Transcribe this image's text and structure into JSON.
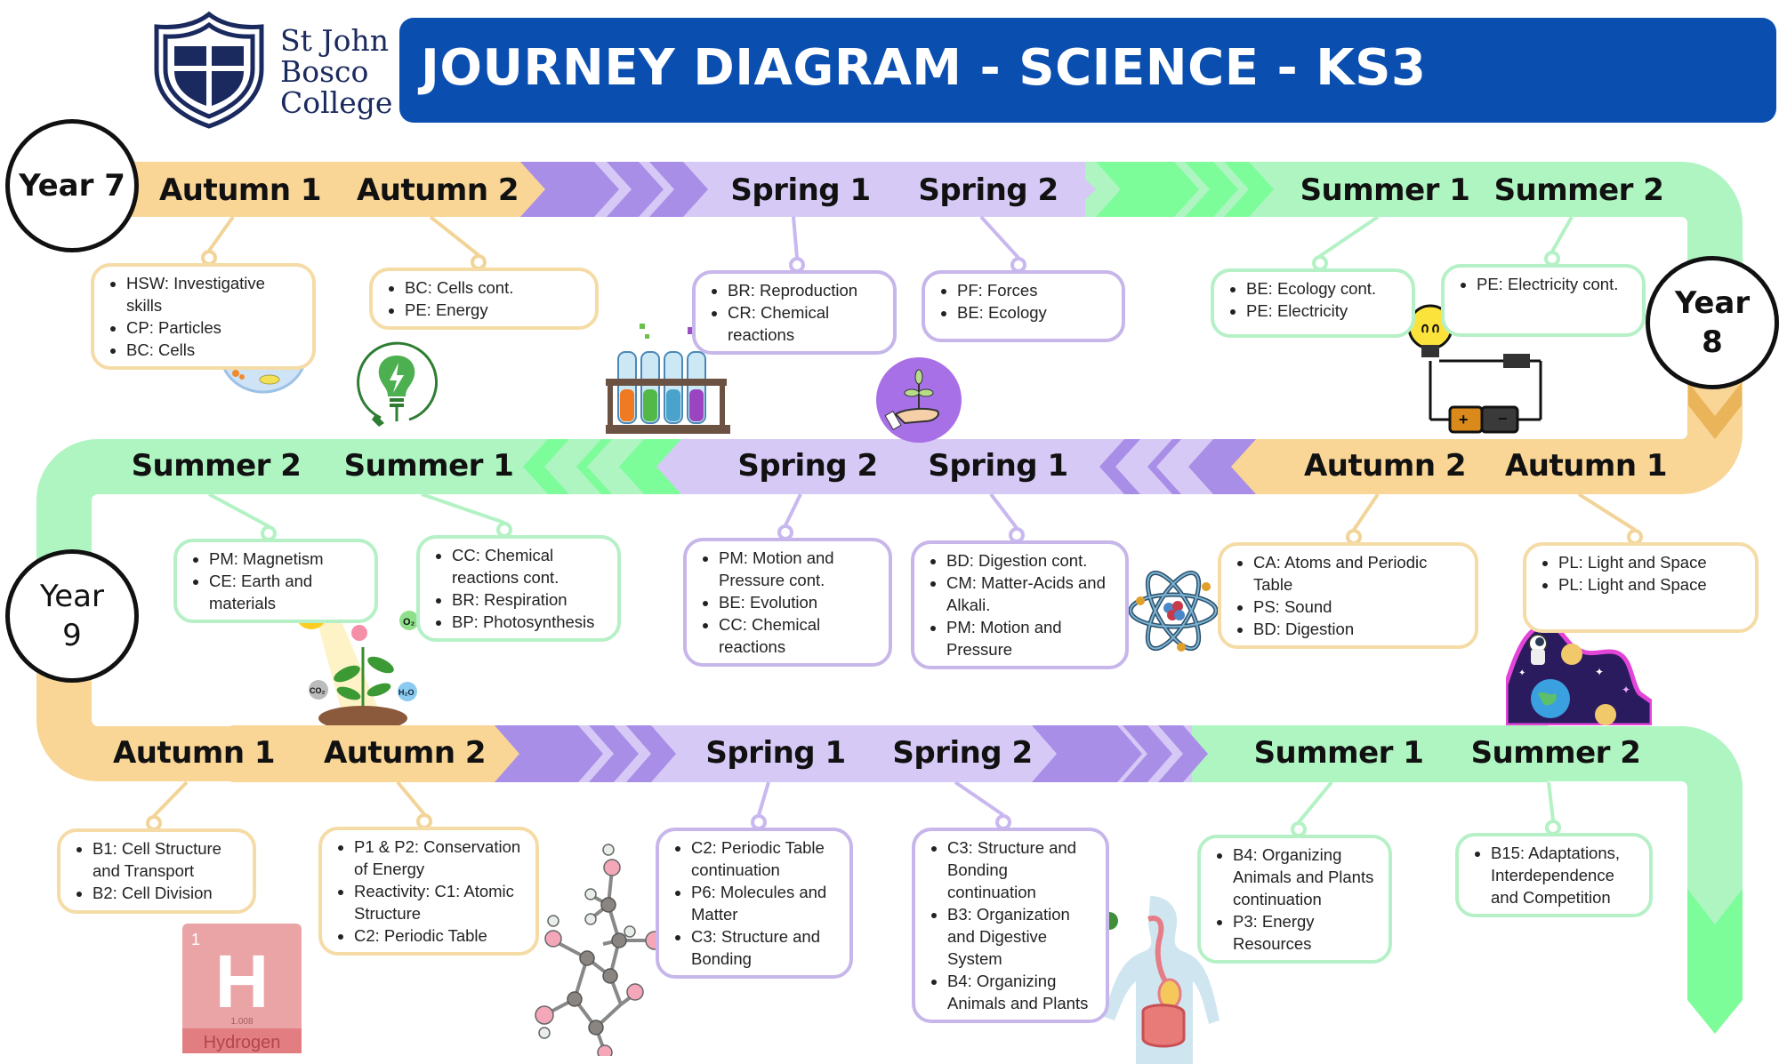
{
  "header": {
    "school_name_lines": [
      "St John",
      "Bosco",
      "College"
    ],
    "title": "JOURNEY DIAGRAM - SCIENCE - KS3"
  },
  "colors": {
    "title_bar": "#0a4fb0",
    "logo_navy": "#1b2a5e",
    "autumn_band": "#f9d596",
    "autumn_dark": "#eab45a",
    "spring_band": "#d6c9f6",
    "spring_dark": "#a98ee8",
    "summer_band": "#aef5c1",
    "summer_dark": "#7dfc9a"
  },
  "years": [
    {
      "label_line1": "Year 7",
      "label_line2": "",
      "terms": [
        {
          "name": "Autumn 1",
          "season": "autumn",
          "topics": [
            "HSW: Investigative skills",
            "CP: Particles",
            "BC: Cells"
          ]
        },
        {
          "name": "Autumn 2",
          "season": "autumn",
          "topics": [
            "BC: Cells cont.",
            "PE: Energy"
          ]
        },
        {
          "name": "Spring 1",
          "season": "spring",
          "topics": [
            "BR: Reproduction",
            "CR: Chemical reactions"
          ]
        },
        {
          "name": "Spring 2",
          "season": "spring",
          "topics": [
            "PF: Forces",
            "BE: Ecology"
          ]
        },
        {
          "name": "Summer 1",
          "season": "summer",
          "topics": [
            "BE: Ecology cont.",
            "PE: Electricity"
          ]
        },
        {
          "name": "Summer 2",
          "season": "summer",
          "topics": [
            "PE: Electricity cont."
          ]
        }
      ]
    },
    {
      "label_line1": "Year",
      "label_line2": "8",
      "terms": [
        {
          "name": "Autumn 1",
          "season": "autumn",
          "topics": [
            "PL: Light and Space",
            "PL: Light and Space"
          ]
        },
        {
          "name": "Autumn 2",
          "season": "autumn",
          "topics": [
            "CA: Atoms and Periodic Table",
            "PS: Sound",
            "BD: Digestion"
          ]
        },
        {
          "name": "Spring 1",
          "season": "spring",
          "topics": [
            "BD: Digestion cont.",
            "CM: Matter-Acids and Alkali.",
            "PM: Motion and Pressure"
          ]
        },
        {
          "name": "Spring 2",
          "season": "spring",
          "topics": [
            "PM: Motion and Pressure cont.",
            "BE: Evolution",
            "CC: Chemical reactions"
          ]
        },
        {
          "name": "Summer 1",
          "season": "summer",
          "topics": [
            "CC: Chemical reactions cont.",
            "BR: Respiration",
            "BP: Photosynthesis"
          ]
        },
        {
          "name": "Summer 2",
          "season": "summer",
          "topics": [
            "PM: Magnetism",
            "CE: Earth and materials"
          ]
        }
      ]
    },
    {
      "label_line1": "Year",
      "label_line2": "9",
      "terms": [
        {
          "name": "Autumn 1",
          "season": "autumn",
          "topics": [
            "B1: Cell Structure and Transport",
            "B2: Cell Division"
          ]
        },
        {
          "name": "Autumn 2",
          "season": "autumn",
          "topics": [
            "P1 & P2: Conservation of Energy",
            "Reactivity: C1: Atomic Structure",
            "C2: Periodic Table"
          ]
        },
        {
          "name": "Spring 1",
          "season": "spring",
          "topics": [
            "C2: Periodic Table continuation",
            "P6: Molecules and Matter",
            "C3: Structure and Bonding"
          ]
        },
        {
          "name": "Spring 2",
          "season": "spring",
          "topics": [
            "C3: Structure and Bonding continuation",
            "B3: Organization and Digestive System",
            "B4: Organizing Animals and Plants"
          ]
        },
        {
          "name": "Summer 1",
          "season": "summer",
          "topics": [
            "B4: Organizing Animals and Plants continuation",
            "P3: Energy Resources"
          ]
        },
        {
          "name": "Summer 2",
          "season": "summer",
          "topics": [
            "B15: Adaptations, Interdependence and Competition"
          ]
        }
      ]
    }
  ],
  "illustrations": {
    "o2_label": "O₂",
    "co2_label": "CO₂",
    "h2o_label": "H₂O",
    "element_number": "1",
    "element_symbol": "H",
    "element_mass": "1.008",
    "element_name": "Hydrogen",
    "icons": [
      "shield-logo",
      "animal-cell",
      "energy-bulb",
      "test-tubes",
      "seedling-hand",
      "light-bulb-circuit",
      "photosynthesis-plant",
      "atom",
      "astronaut-space",
      "hydrogen-tile",
      "molecule",
      "digestive-system"
    ]
  }
}
